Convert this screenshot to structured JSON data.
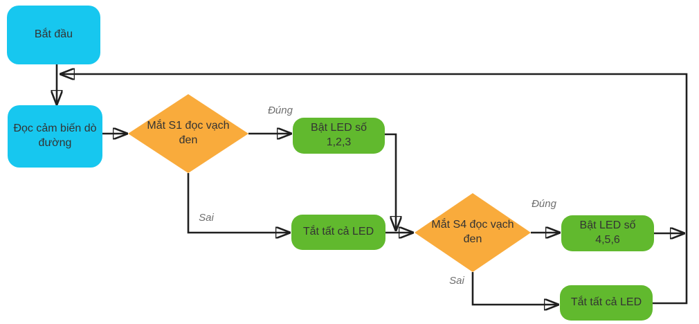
{
  "diagram": {
    "kind": "flowchart",
    "language": "vi"
  },
  "nodes": {
    "start": {
      "label": "Bắt đầu",
      "shape": "rounded-rect",
      "fill": "#17c7ef"
    },
    "read_sensor": {
      "label": "Đọc cảm biến dò đường",
      "shape": "rounded-rect",
      "fill": "#17c7ef"
    },
    "s1_decision": {
      "label": "Mắt S1 đọc vạch đen",
      "shape": "diamond",
      "fill": "#f9ab3c"
    },
    "led_123_on": {
      "label": "Bật LED số 1,2,3",
      "shape": "rounded-rect",
      "fill": "#61b92e"
    },
    "led_all_off_1": {
      "label": "Tắt tất cả LED",
      "shape": "rounded-rect",
      "fill": "#61b92e"
    },
    "s4_decision": {
      "label": "Mắt S4 đọc vạch đen",
      "shape": "diamond",
      "fill": "#f9ab3c"
    },
    "led_456_on": {
      "label": "Bật LED số 4,5,6",
      "shape": "rounded-rect",
      "fill": "#61b92e"
    },
    "led_all_off_2": {
      "label": "Tắt tất cả LED",
      "shape": "rounded-rect",
      "fill": "#61b92e"
    }
  },
  "edge_labels": {
    "s1_true": "Đúng",
    "s1_false": "Sai",
    "s4_true": "Đúng",
    "s4_false": "Sai"
  },
  "colors": {
    "terminal_fill": "#17c7ef",
    "decision_fill": "#f9ab3c",
    "action_fill": "#61b92e",
    "connector": "#1f1f1f",
    "node_text": "#333333",
    "edge_label_text": "#6e6e6e",
    "background": "#ffffff"
  }
}
